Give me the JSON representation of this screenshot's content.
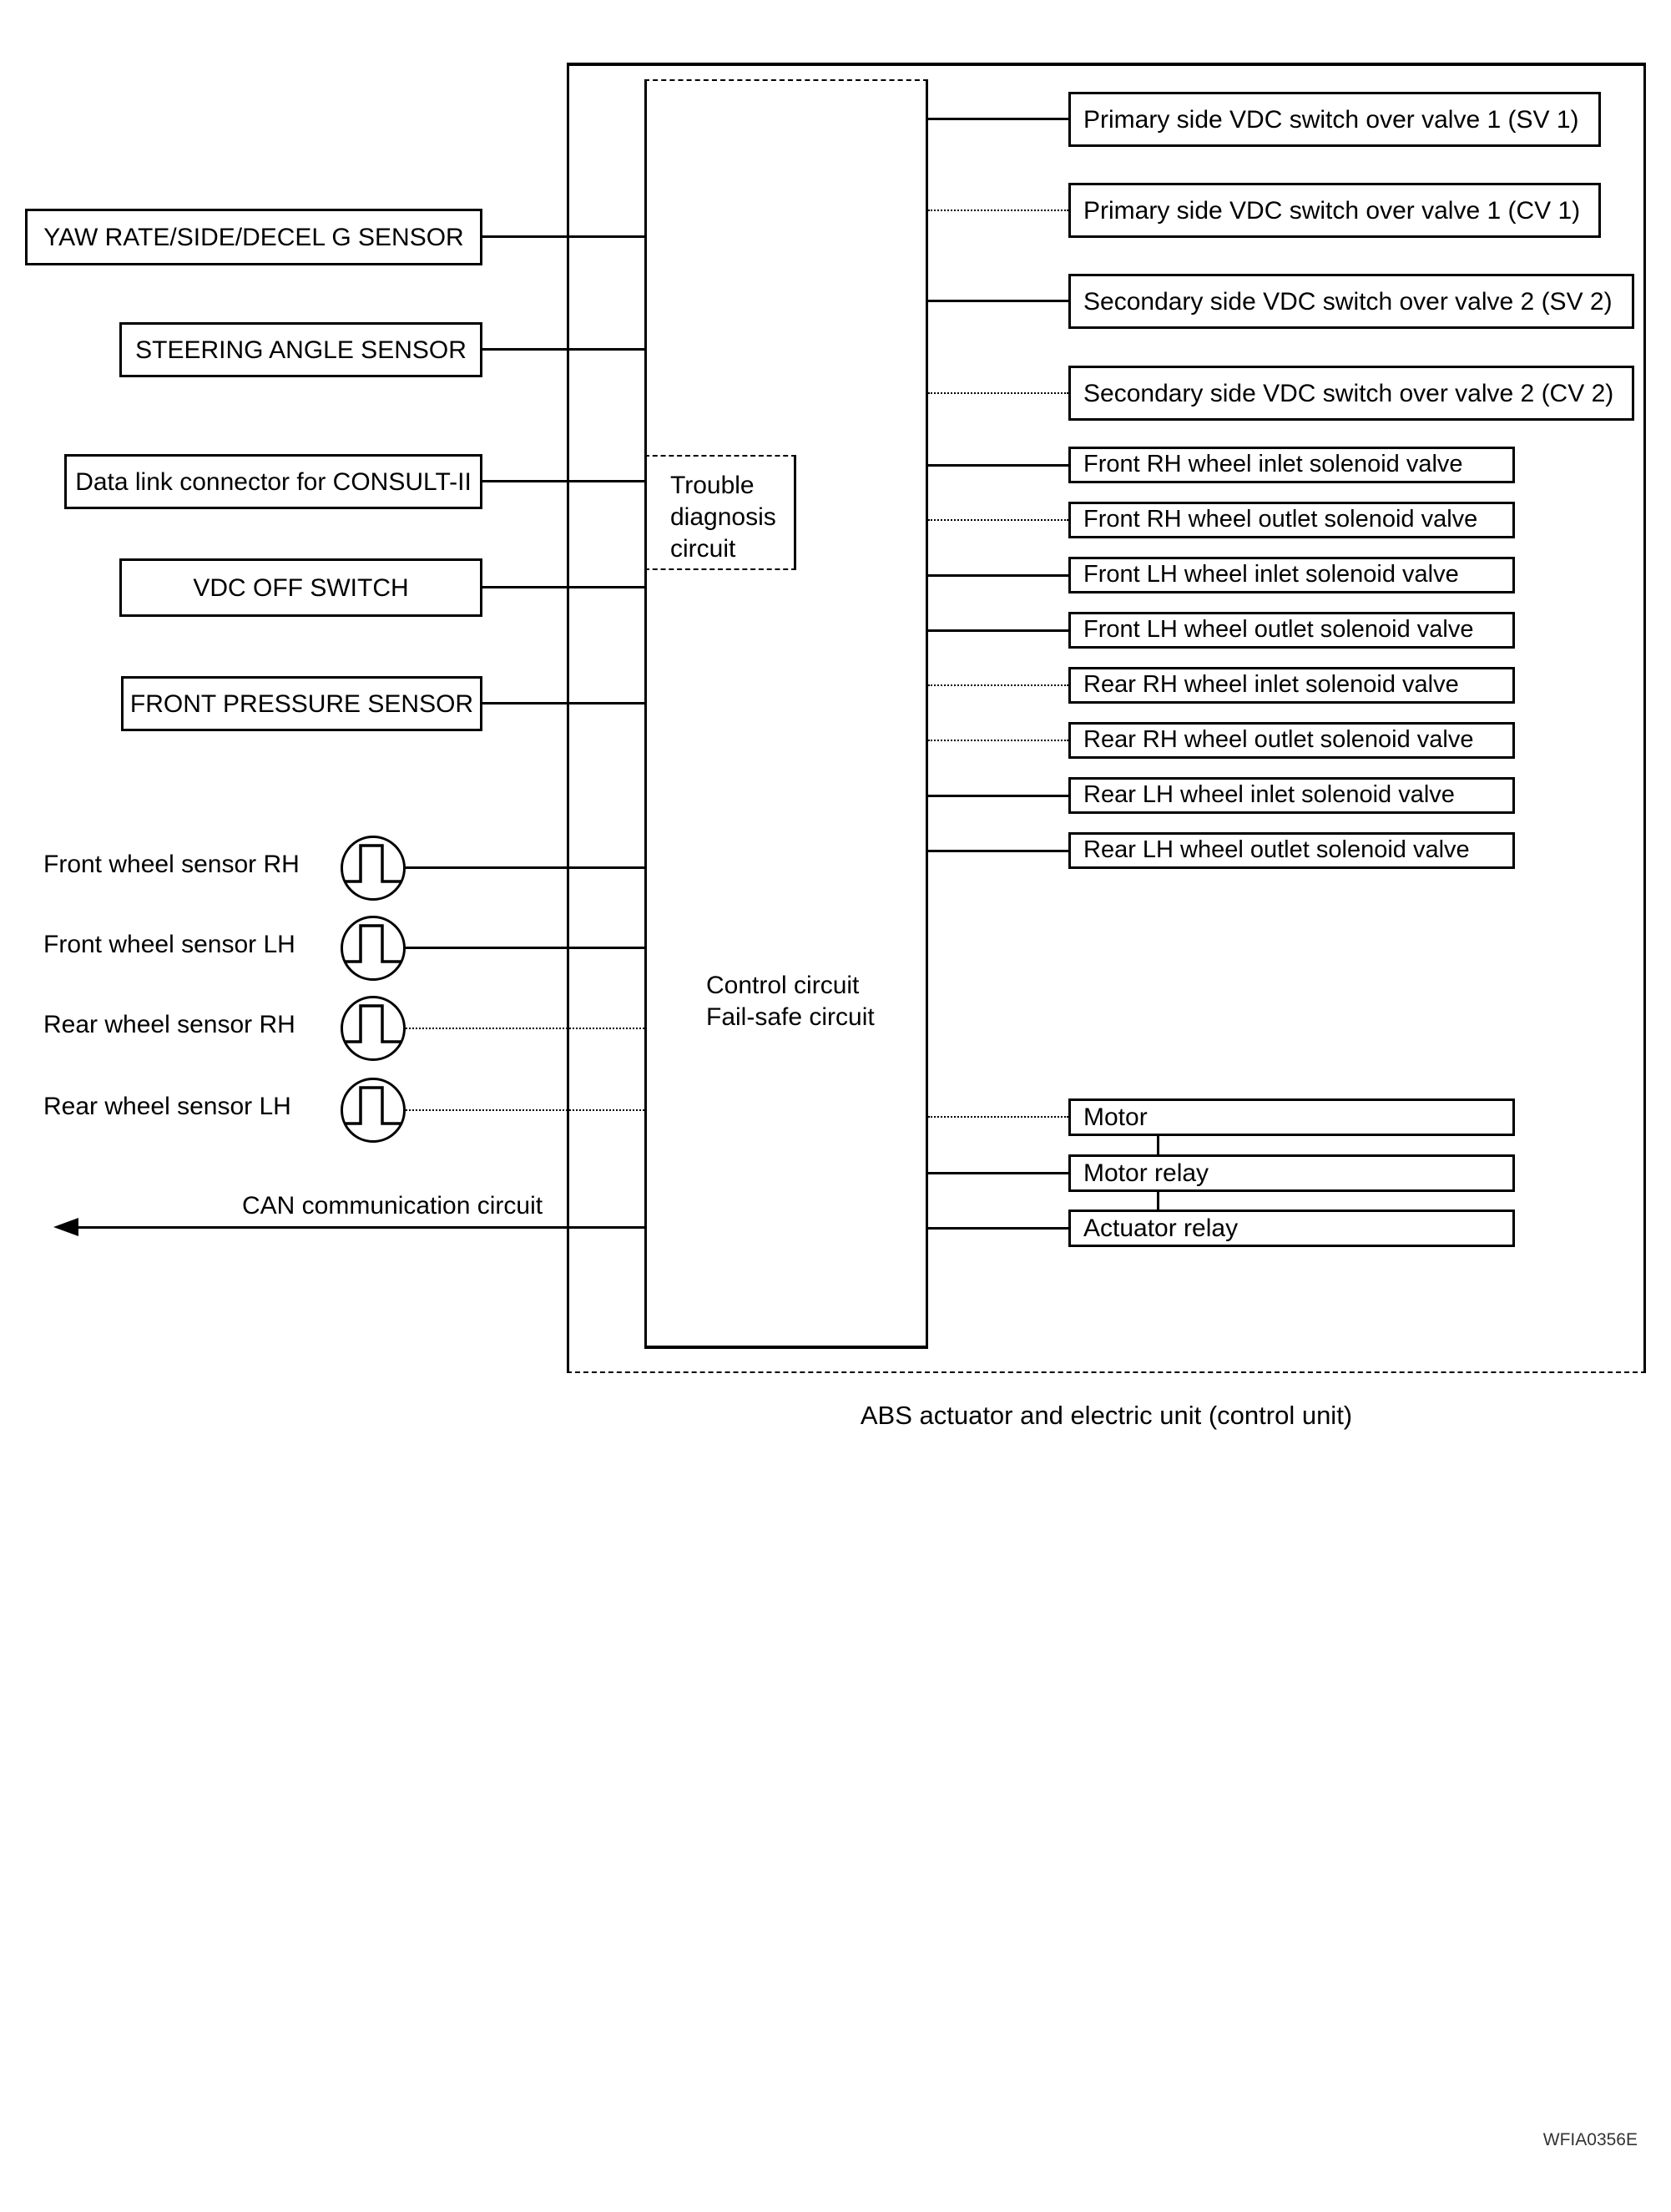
{
  "diagram": {
    "caption": "ABS actuator and electric unit (control unit)",
    "figure_code": "WFIA0356E",
    "can_label": "CAN communication circuit",
    "control_unit": {
      "trouble_lines": [
        "Trouble",
        "diagnosis",
        "circuit"
      ],
      "control_lines": [
        "Control circuit",
        "Fail-safe circuit"
      ]
    },
    "inputs": [
      {
        "label": "YAW RATE/SIDE/DECEL G SENSOR",
        "line": "solid"
      },
      {
        "label": "STEERING ANGLE SENSOR",
        "line": "solid"
      },
      {
        "label": "Data link connector for CONSULT-II",
        "line": "solid"
      },
      {
        "label": "VDC OFF SWITCH",
        "line": "solid"
      },
      {
        "label": "FRONT PRESSURE SENSOR",
        "line": "solid"
      }
    ],
    "wheel_sensors": [
      {
        "label": "Front wheel sensor RH",
        "line": "solid"
      },
      {
        "label": "Front wheel sensor LH",
        "line": "solid"
      },
      {
        "label": "Rear wheel sensor RH",
        "line": "dotted"
      },
      {
        "label": "Rear wheel sensor LH",
        "line": "dotted"
      }
    ],
    "valves": [
      {
        "label": "Primary side VDC switch over valve 1 (SV 1)",
        "line": "solid"
      },
      {
        "label": "Primary side VDC switch over valve 1 (CV 1)",
        "line": "dotted"
      },
      {
        "label": "Secondary side VDC switch over valve 2 (SV 2)",
        "line": "solid"
      },
      {
        "label": "Secondary side VDC switch over valve 2 (CV 2)",
        "line": "dotted"
      }
    ],
    "solenoid_valves": [
      {
        "label": "Front RH wheel inlet solenoid valve",
        "line": "solid"
      },
      {
        "label": "Front RH wheel outlet solenoid valve",
        "line": "dotted"
      },
      {
        "label": "Front LH wheel inlet solenoid valve",
        "line": "solid"
      },
      {
        "label": "Front LH wheel outlet solenoid valve",
        "line": "solid"
      },
      {
        "label": "Rear RH wheel inlet solenoid valve",
        "line": "dotted"
      },
      {
        "label": "Rear RH wheel outlet solenoid valve",
        "line": "dotted"
      },
      {
        "label": "Rear LH wheel inlet solenoid valve",
        "line": "solid"
      },
      {
        "label": "Rear LH wheel outlet solenoid valve",
        "line": "solid"
      }
    ],
    "outputs": [
      {
        "label": "Motor",
        "line": "dotted"
      },
      {
        "label": "Motor relay",
        "line": "solid"
      },
      {
        "label": "Actuator relay",
        "line": "solid"
      }
    ]
  }
}
